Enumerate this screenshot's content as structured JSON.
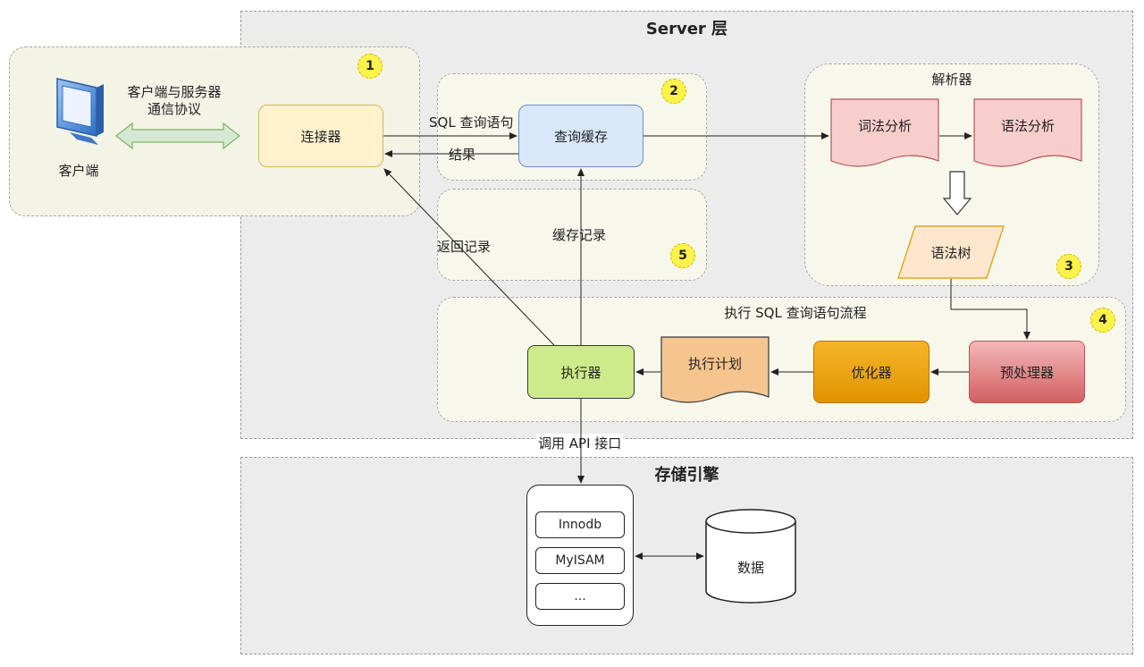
{
  "server_layer": {
    "title": "Server 层"
  },
  "engine_layer": {
    "title": "存储引擎"
  },
  "client": {
    "label": "客户端",
    "protocol_line1": "客户端与服务器",
    "protocol_line2": "通信协议"
  },
  "badges": [
    "1",
    "2",
    "3",
    "4",
    "5"
  ],
  "connector": {
    "label": "连接器"
  },
  "query_cache": {
    "label": "查询缓存"
  },
  "edges": {
    "sql_query": "SQL 查询语句",
    "result": "结果",
    "return_records": "返回记录",
    "cache_records": "缓存记录",
    "call_api": "调用 API 接口"
  },
  "parser": {
    "title": "解析器",
    "lexical": "词法分析",
    "syntax": "语法分析",
    "syntax_tree": "语法树"
  },
  "execution_flow": {
    "title": "执行 SQL 查询语句流程",
    "executor": "执行器",
    "plan": "执行计划",
    "optimizer": "优化器",
    "preprocessor": "预处理器"
  },
  "engines": {
    "items": [
      "Innodb",
      "MyISAM",
      "..."
    ],
    "data": "数据"
  },
  "colors": {
    "connector": "#fff2cc",
    "cache": "#dae8fc",
    "doc": "#f8cecc",
    "tree": "#ffe6cc",
    "executor": "#cdeb8b",
    "plan": "#f5c48f",
    "optimizer": "#f0a30a",
    "preprocessor": "#d9676a",
    "arrow_green": "#d5e8d4"
  }
}
